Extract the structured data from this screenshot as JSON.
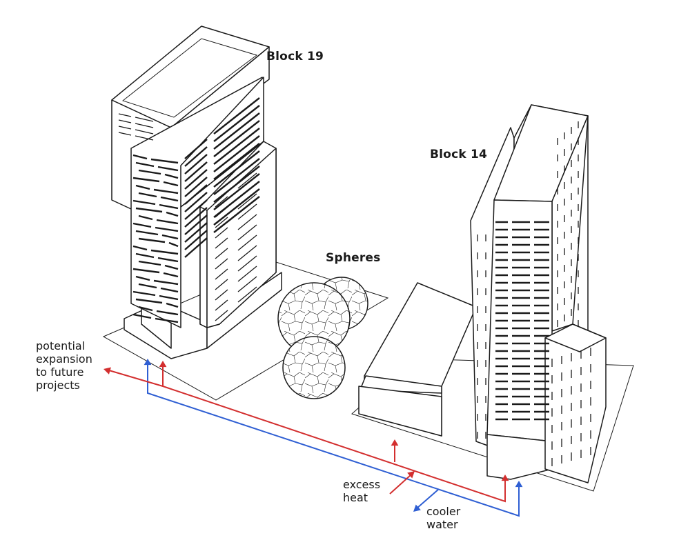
{
  "labels": {
    "block19": "Block 19",
    "block14": "Block 14",
    "spheres": "Spheres",
    "expansion": "potential\nexpansion\nto future\nprojects",
    "excess_heat": "excess\nheat",
    "cooler_water": "cooler\nwater"
  },
  "colors": {
    "hot_pipe": "#d32f2f",
    "cold_pipe": "#2f5fd3",
    "line": "#1a1a1a"
  }
}
